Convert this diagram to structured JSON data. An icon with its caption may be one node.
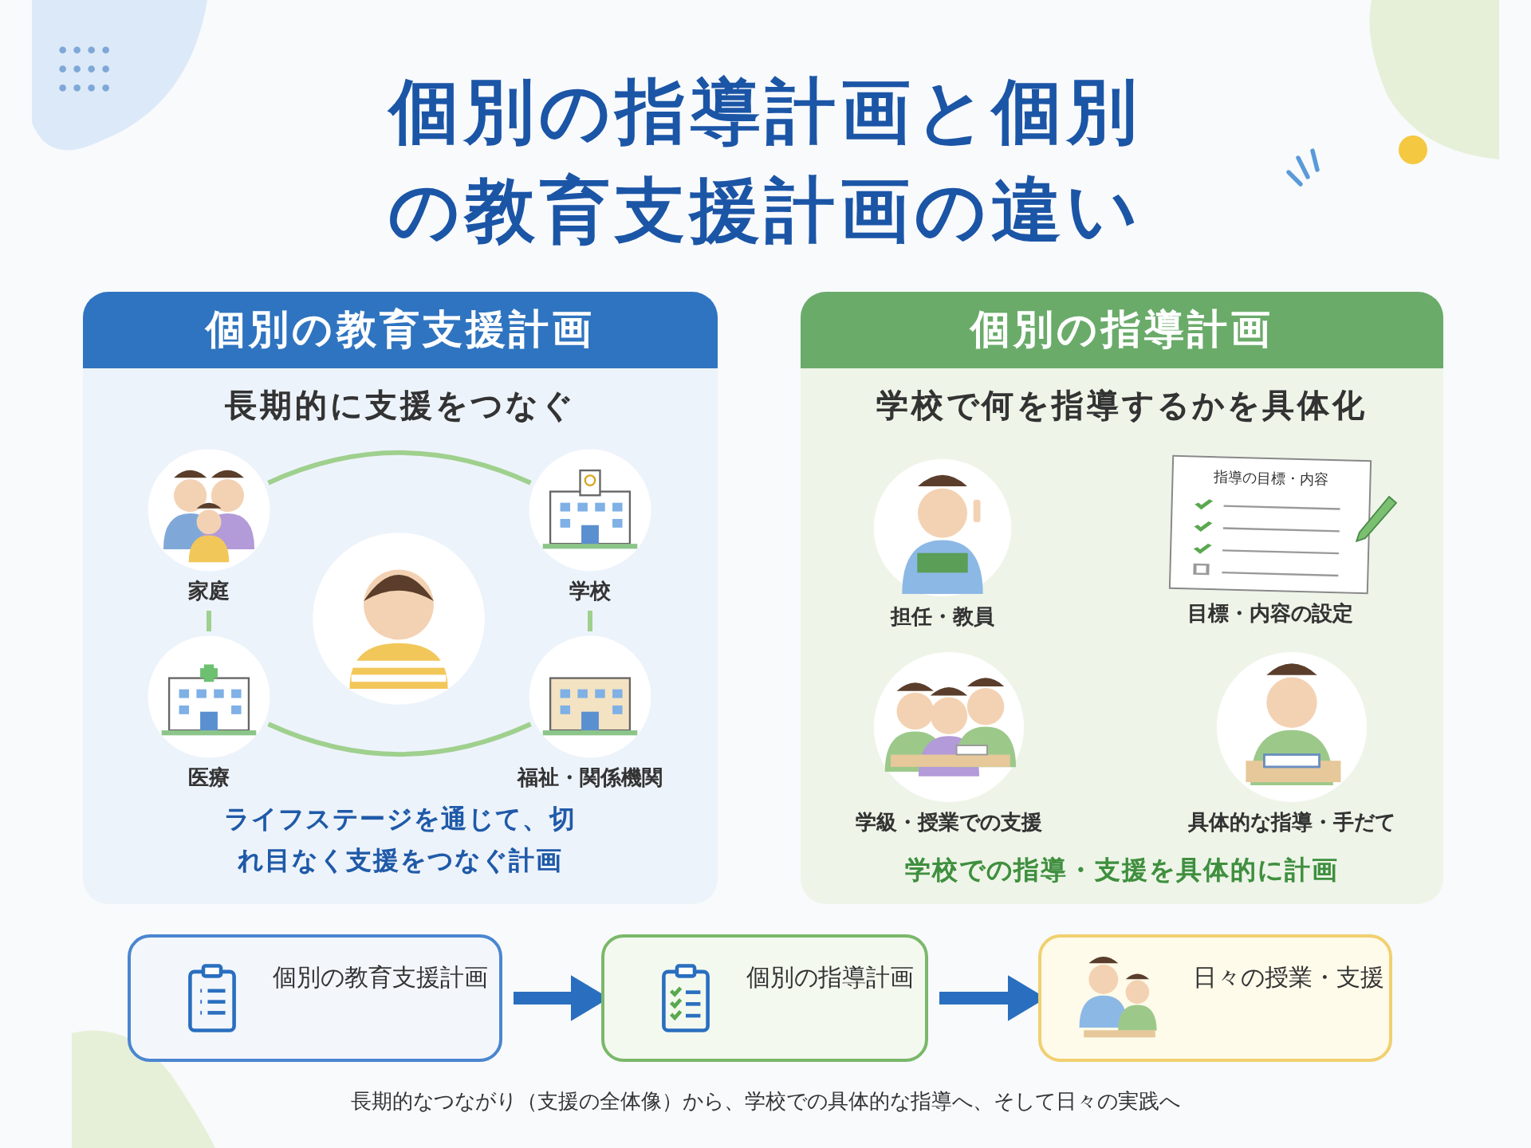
{
  "diagram": {
    "title": "個別の指導計画と個別の教育支援計画の違い",
    "caption": "長期的なつながり（支援の全体像）から、学校での具体的な指導へ、そして日々の実践へ",
    "nodes": [
      {
        "text": [
          "個別の教育支援計画",
          "長期的に支援をつなぐ",
          "ライフステージを通じて、切れ目なく支援をつなぐ計画"
        ]
      },
      {
        "text": [
          "家庭"
        ],
        "in": 0
      },
      {
        "text": [
          "学校"
        ],
        "in": 0
      },
      {
        "text": [],
        "shape": "picture",
        "in": 0
      },
      {
        "text": [
          "医療"
        ],
        "in": 0
      },
      {
        "text": [
          "福祉・関係機関"
        ],
        "in": 0
      },
      {
        "text": [
          "個別の指導計画",
          "学校で何を指導するかを具体化",
          "学校での指導・支援を具体的に計画"
        ]
      },
      {
        "text": [
          "担任・教員"
        ],
        "in": 6
      },
      {
        "text": [
          "指導の目標・内容",
          "目標・内容の設定"
        ],
        "in": 6
      },
      {
        "text": [
          "学級・授業での支援"
        ],
        "in": 6
      },
      {
        "text": [
          "具体的な指導・手だて"
        ],
        "in": 6
      },
      {
        "text": [
          "個別の教育支援計画"
        ]
      },
      {
        "text": [
          "個別の指導計画"
        ]
      },
      {
        "text": [
          "日々の授業・支援"
        ]
      }
    ],
    "edges": [
      {
        "from": 1,
        "to": 2,
        "arrow": "none"
      },
      {
        "from": 2,
        "to": 5,
        "arrow": "none"
      },
      {
        "from": 5,
        "to": 4,
        "arrow": "none"
      },
      {
        "from": 4,
        "to": 1,
        "arrow": "none"
      },
      {
        "from": 11,
        "to": 12,
        "arrow": "to",
        "style": "thick",
        "color": "#2a6fbf"
      },
      {
        "from": 12,
        "to": 13,
        "arrow": "to",
        "style": "thick",
        "color": "#2a6fbf"
      }
    ]
  }
}
